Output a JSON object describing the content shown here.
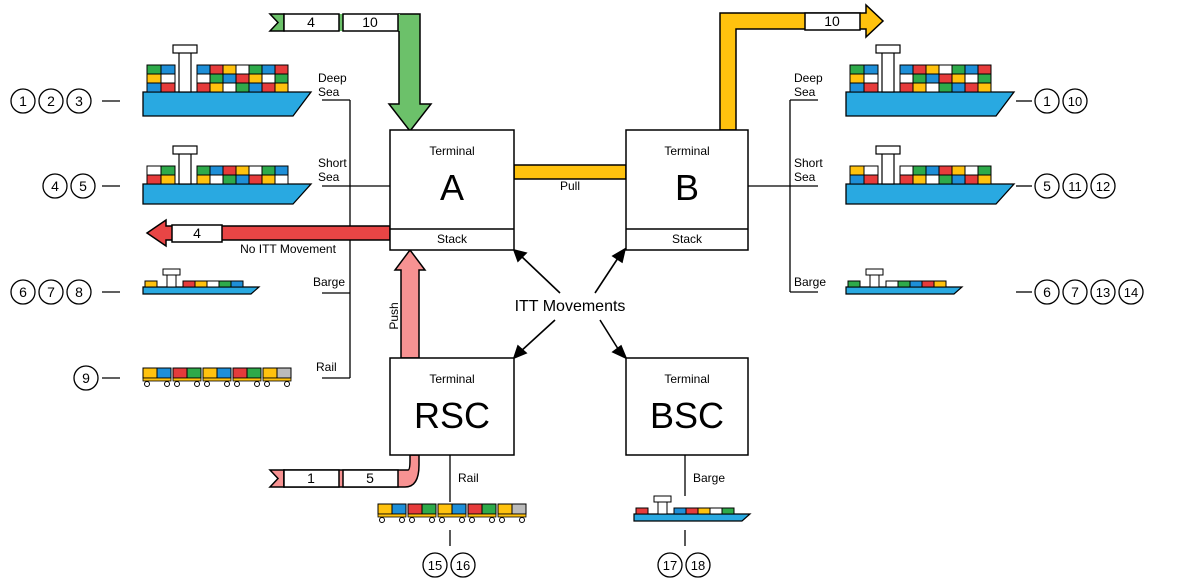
{
  "terminals": {
    "a": {
      "caption": "Terminal",
      "name": "A",
      "stack": "Stack"
    },
    "b": {
      "caption": "Terminal",
      "name": "B",
      "stack": "Stack"
    },
    "rsc": {
      "caption": "Terminal",
      "name": "RSC"
    },
    "bsc": {
      "caption": "Terminal",
      "name": "BSC"
    }
  },
  "flows": {
    "pull": "Pull",
    "push": "Push",
    "no_itt": "No ITT Movement",
    "itt": "ITT Movements"
  },
  "flow_tags": {
    "green_in": [
      "4",
      "10"
    ],
    "yellow_out": [
      "10"
    ],
    "red_out": [
      "4"
    ],
    "pink_in": [
      "1",
      "5"
    ]
  },
  "modes_left": {
    "deep_sea": [
      "Deep",
      "Sea"
    ],
    "short_sea": [
      "Short",
      "Sea"
    ],
    "barge": "Barge",
    "rail": "Rail"
  },
  "modes_right": {
    "deep_sea": [
      "Deep",
      "Sea"
    ],
    "short_sea": [
      "Short",
      "Sea"
    ],
    "barge": "Barge"
  },
  "bottom_modes": {
    "rsc": "Rail",
    "bsc": "Barge"
  },
  "circles": {
    "left_deep": [
      "1",
      "2",
      "3"
    ],
    "left_short": [
      "4",
      "5"
    ],
    "left_barge": [
      "6",
      "7",
      "8"
    ],
    "left_rail": [
      "9"
    ],
    "right_deep": [
      "1",
      "10"
    ],
    "right_short": [
      "5",
      "11",
      "12"
    ],
    "right_barge": [
      "6",
      "7",
      "13",
      "14"
    ],
    "rsc_bottom": [
      "15",
      "16"
    ],
    "bsc_bottom": [
      "17",
      "18"
    ]
  },
  "colors": {
    "green": "#6cc16a",
    "yellow": "#ffc20e",
    "red": "#e84545",
    "pink": "#f79292",
    "ship_blue": "#29a9e1",
    "container_red": "#e63b3b",
    "container_green": "#2eaa4a",
    "container_yellow": "#ffc20e",
    "container_blue": "#1e8fd8"
  }
}
